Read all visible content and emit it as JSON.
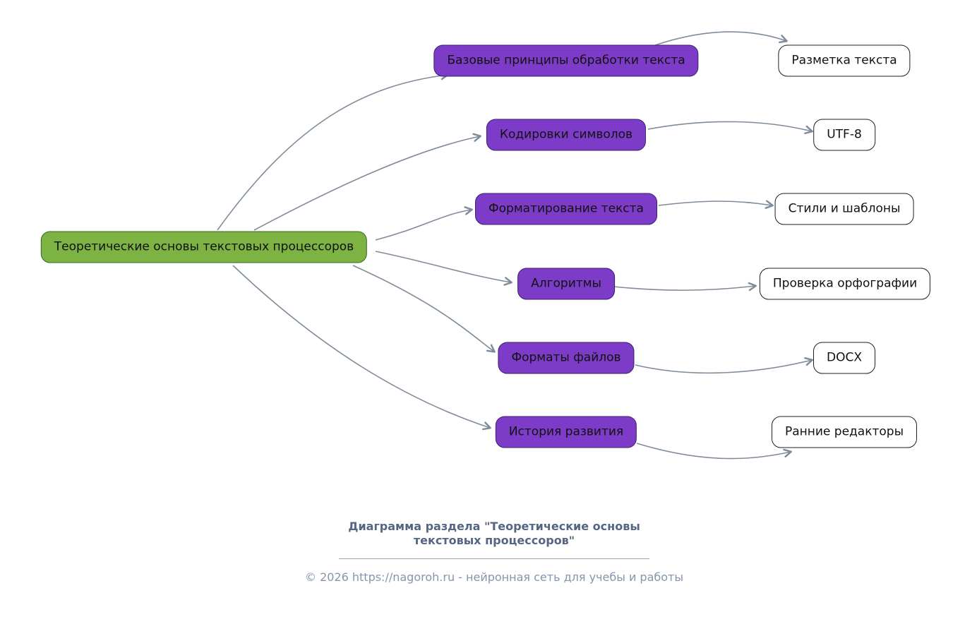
{
  "colors": {
    "background": "#FFFFFF",
    "root_fill": "#7CB342",
    "root_stroke": "#33691E",
    "branch_fill": "#7D3CC8",
    "branch_stroke": "#3E1E6D",
    "leaf_fill": "#FFFFFF",
    "leaf_stroke": "#1F1F1F",
    "node_text": "#111111",
    "edge": "#7E8B9A",
    "caption_title": "#556584",
    "caption_footer": "#8595AD",
    "separator": "#9AA5B1"
  },
  "diagram": {
    "root": {
      "label": "Теоретические основы текстовых процессоров"
    },
    "branches": [
      {
        "label": "Базовые принципы обработки текста",
        "leaf": "Разметка текста"
      },
      {
        "label": "Кодировки символов",
        "leaf": "UTF-8"
      },
      {
        "label": "Форматирование текста",
        "leaf": "Стили и шаблоны"
      },
      {
        "label": "Алгоритмы",
        "leaf": "Проверка орфографии"
      },
      {
        "label": "Форматы файлов",
        "leaf": "DOCX"
      },
      {
        "label": "История развития",
        "leaf": "Ранние редакторы"
      }
    ]
  },
  "caption": {
    "title_line1": "Диаграмма раздела \"Теоретические основы",
    "title_line2": "текстовых процессоров\"",
    "footer": "© 2026 https://nagoroh.ru - нейронная сеть для учебы и работы"
  }
}
